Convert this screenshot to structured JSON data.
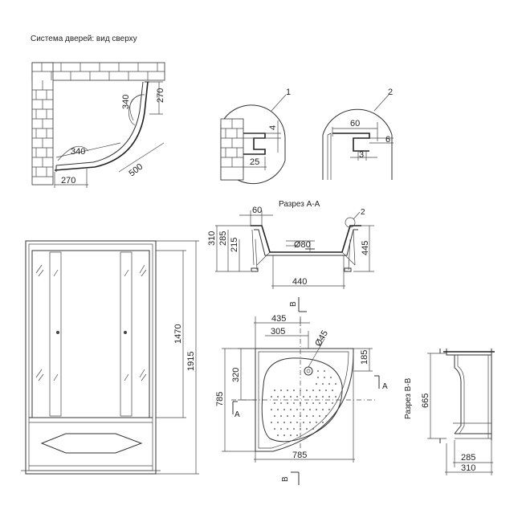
{
  "titles": {
    "door_system": "Система дверей: вид сверху",
    "section_aa": "Разрез А-А",
    "section_bb": "Разрез В-В"
  },
  "callouts": {
    "c1": "1",
    "c2": "2",
    "c2b": "2"
  },
  "plan_dims": {
    "d340a": "340",
    "d270v": "270",
    "d340b": "340",
    "d270h": "270",
    "d500": "500"
  },
  "detail1": {
    "d4": "4",
    "d25": "25"
  },
  "detail2": {
    "d60": "60",
    "d6": "6",
    "d3": "3"
  },
  "section_aa_dims": {
    "d60": "60",
    "d310": "310",
    "d285": "285",
    "d215": "215",
    "d80": "Ø80",
    "d445": "445",
    "d440": "440"
  },
  "front_dims": {
    "d1470": "1470",
    "d1915": "1915"
  },
  "tray_dims": {
    "d435": "435",
    "d305": "305",
    "d45": "Ø45",
    "d185": "185",
    "d320": "320",
    "d785v": "785",
    "d785h": "785",
    "mark_a": "A",
    "mark_a2": "A",
    "mark_b": "B",
    "mark_b2": "B"
  },
  "side_dims": {
    "d665": "665",
    "d285": "285",
    "d310": "310"
  }
}
